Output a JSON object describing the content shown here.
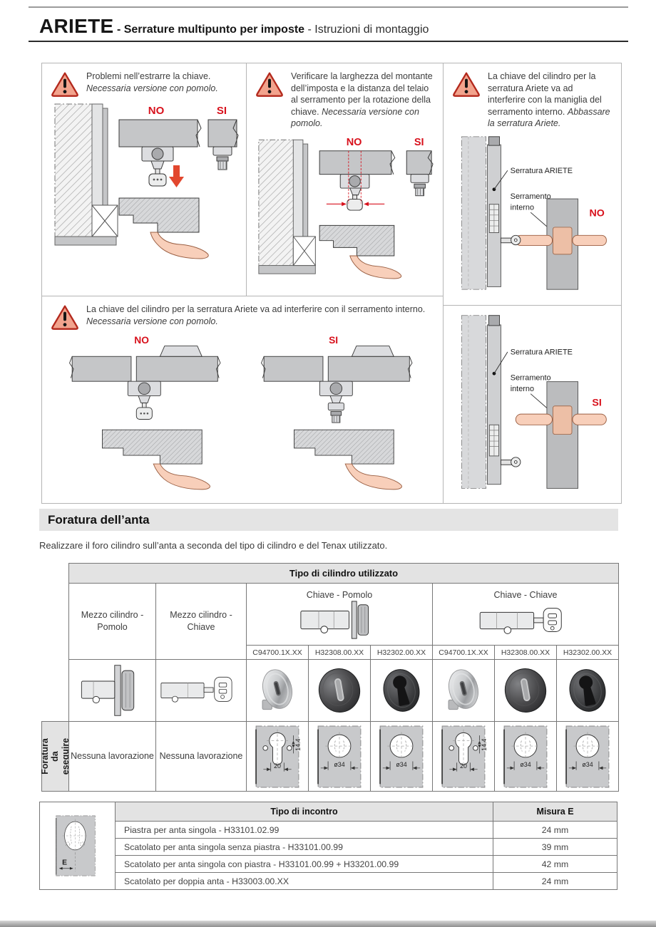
{
  "header": {
    "product": "ARIETE",
    "subtitle_bold": "- Serrature multipunto per imposte",
    "subtitle_light": "- Istruzioni di montaggio"
  },
  "warnings": {
    "p1": {
      "text": "Problemi nell’estrarre la chiave.",
      "italic": "Necessaria versione con pomolo.",
      "no": "NO",
      "si": "SI"
    },
    "p2": {
      "text": "Verificare la larghezza del montante dell’imposta e la distanza del telaio al serramento per la rotazione della chiave.",
      "italic": "Necessaria versione con pomolo.",
      "no": "NO",
      "si": "SI"
    },
    "p3": {
      "text": "La chiave del cilindro per la serratura Ariete va ad interferire con la maniglia del serramento interno.",
      "italic": "Abbassare la serratura Ariete.",
      "label_lock": "Serratura ARIETE",
      "label_frame_line1": "Serramento",
      "label_frame_line2": "interno",
      "no": "NO",
      "si": "SI"
    },
    "p4": {
      "text": "La chiave del cilindro per la serratura Ariete va ad interferire con il serramento interno.",
      "italic": "Necessaria versione con pomolo.",
      "no": "NO",
      "si": "SI"
    }
  },
  "section": {
    "title": "Foratura dell’anta",
    "intro": "Realizzare il foro cilindro sull’anta a seconda del tipo di cilindro e del Tenax utilizzato."
  },
  "cylinder_table": {
    "title": "Tipo di cilindro utilizzato",
    "col_mezzo_pomolo": "Mezzo cilindro - Pomolo",
    "col_mezzo_chiave": "Mezzo cilindro - Chiave",
    "group_chiave_pomolo": "Chiave - Pomolo",
    "group_chiave_chiave": "Chiave - Chiave",
    "codes": [
      "C94700.1X.XX",
      "H32308.00.XX",
      "H32302.00.XX",
      "C94700.1X.XX",
      "H32308.00.XX",
      "H32302.00.XX"
    ],
    "row_label": "Foratura da eseguire",
    "no_work_1": "Nessuna lavorazione",
    "no_work_2": "Nessuna lavorazione",
    "dims": {
      "slot_width": "20",
      "slot_offset": "14.4",
      "hole_diameter": "ø34"
    }
  },
  "incontro_table": {
    "header_tipo": "Tipo di incontro",
    "header_misura": "Misura E",
    "e_label": "E",
    "rows": [
      {
        "tipo": "Piastra per anta singola - H33101.02.99",
        "misura": "24 mm"
      },
      {
        "tipo": "Scatolato per anta singola senza piastra - H33101.00.99",
        "misura": "39 mm"
      },
      {
        "tipo": "Scatolato per anta singola con piastra - H33101.00.99 + H33201.00.99",
        "misura": "42 mm"
      },
      {
        "tipo": "Scatolato per doppia anta - H33003.00.XX",
        "misura": "24 mm"
      }
    ]
  },
  "colors": {
    "accent_red": "#d8111c",
    "warning_fill": "#f2a38d",
    "warning_border": "#b3281c",
    "header_bg": "#e3e3e3",
    "panel_border": "#b5b5b5",
    "diagram_gray": "#c5c6c8",
    "handle_pink": "#f8cfba"
  }
}
